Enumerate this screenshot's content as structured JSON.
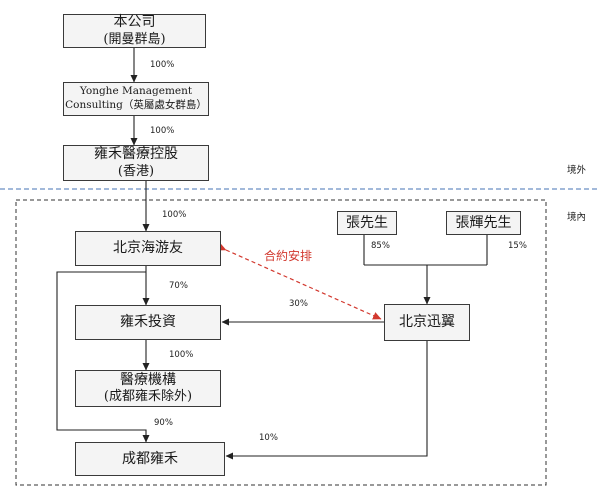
{
  "entities": {
    "company": {
      "line1": "本公司",
      "line2": "(開曼群島)"
    },
    "yonghe_management": {
      "line1": "Yonghe Management",
      "line2": "Consulting（英屬處女群島）"
    },
    "yonghe_medical_hk": {
      "line1": "雍禾醫療控股",
      "line2": "(香港)"
    },
    "beijing_haiyouyou": {
      "line1": "北京海游友"
    },
    "yonghe_investment": {
      "line1": "雍禾投資"
    },
    "medical_institutions": {
      "line1": "醫療機構",
      "line2": "(成都雍禾除外)"
    },
    "chengdu_yonghe": {
      "line1": "成都雍禾"
    },
    "mr_zhang": {
      "line1": "張先生"
    },
    "mr_zhang_hui": {
      "line1": "張輝先生"
    },
    "beijing_xunyi": {
      "line1": "北京迅翼"
    }
  },
  "percentages": {
    "company_to_yonghe_mgmt": "100%",
    "yonghe_mgmt_to_hk": "100%",
    "hk_to_haiyouyou": "100%",
    "haiyouyou_to_investment": "70%",
    "investment_to_medical": "100%",
    "haiyouyou_to_chengdu": "90%",
    "xunyi_to_investment": "30%",
    "xunyi_to_chengdu": "10%",
    "zhang_to_xunyi": "85%",
    "zhanghui_to_xunyi": "15%"
  },
  "labels": {
    "offshore": "境外",
    "onshore": "境內",
    "contractual_arrangements": "合約安排"
  },
  "colors": {
    "box_fill": "#f4f4f4",
    "box_border": "#3a3a3a",
    "divider_blue": "#6a8fc4",
    "contract_red": "#d2382e"
  }
}
